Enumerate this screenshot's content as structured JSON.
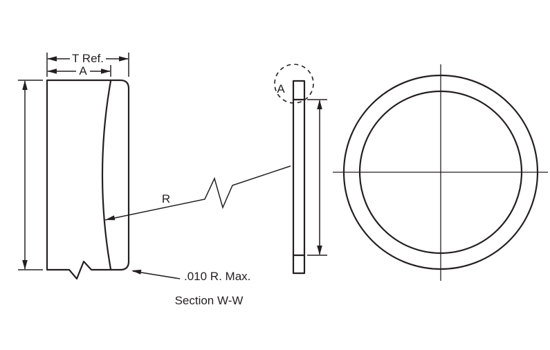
{
  "drawing": {
    "labels": {
      "thickness_ref": "T Ref.",
      "dim_a": "A",
      "radius": "R",
      "corner_radius_note": ".010 R. Max.",
      "section_label": "Section W-W",
      "detail_callout": "A"
    },
    "colors": {
      "line": "#231f20",
      "background": "#ffffff"
    }
  }
}
